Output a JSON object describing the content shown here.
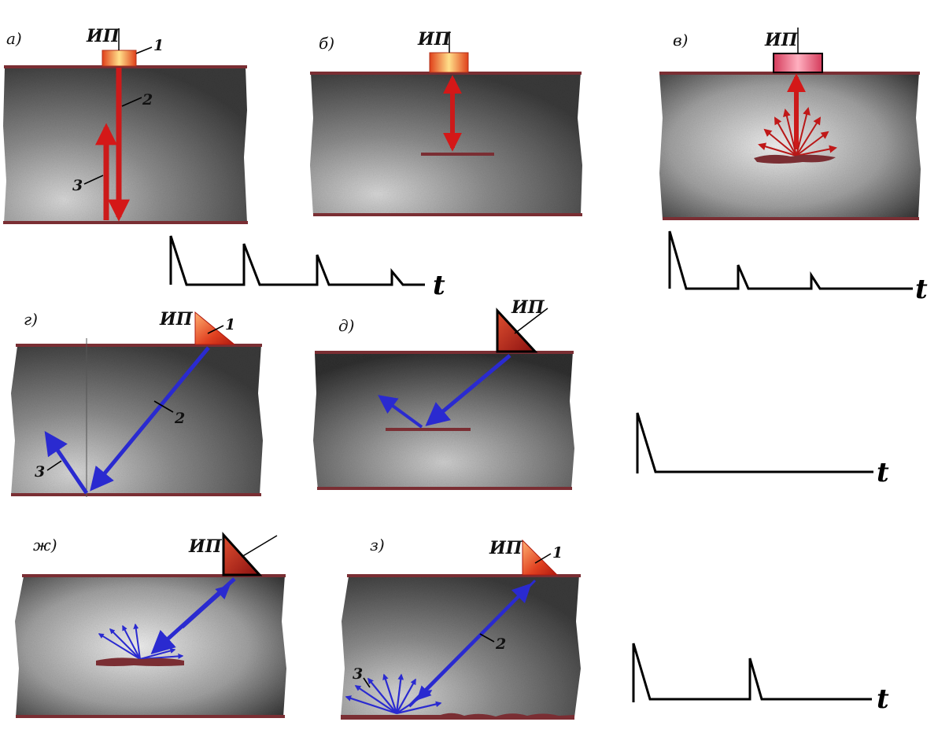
{
  "panels": [
    {
      "id": "a",
      "section_label": "а)",
      "probe_label": "ИП",
      "callouts": [
        "1",
        "2",
        "3"
      ]
    },
    {
      "id": "b",
      "section_label": "б)",
      "probe_label": "ИП",
      "callouts": []
    },
    {
      "id": "v",
      "section_label": "в)",
      "probe_label": "ИП",
      "callouts": []
    },
    {
      "id": "g",
      "section_label": "г)",
      "probe_label": "ИП",
      "callouts": [
        "1",
        "2",
        "3"
      ]
    },
    {
      "id": "d",
      "section_label": "д)",
      "probe_label": "ИП",
      "callouts": []
    },
    {
      "id": "zh",
      "section_label": "ж)",
      "probe_label": "ИП",
      "callouts": []
    },
    {
      "id": "z",
      "section_label": "з)",
      "probe_label": "ИП",
      "callouts": [
        "1",
        "2",
        "3"
      ]
    }
  ],
  "oscillograms": [
    {
      "id": "osc-1",
      "axis_label": "t",
      "pulses": 4
    },
    {
      "id": "osc-2",
      "axis_label": "t",
      "pulses": 3
    },
    {
      "id": "osc-3",
      "axis_label": "t",
      "pulses": 1
    },
    {
      "id": "osc-4",
      "axis_label": "t",
      "pulses": 2
    }
  ],
  "colors": {
    "surface_line": "#7a2e33",
    "longitudinal_beam": "#cc1a1a",
    "shear_beam": "#2a2ad0",
    "specimen_grey": "#6b6b6b"
  }
}
